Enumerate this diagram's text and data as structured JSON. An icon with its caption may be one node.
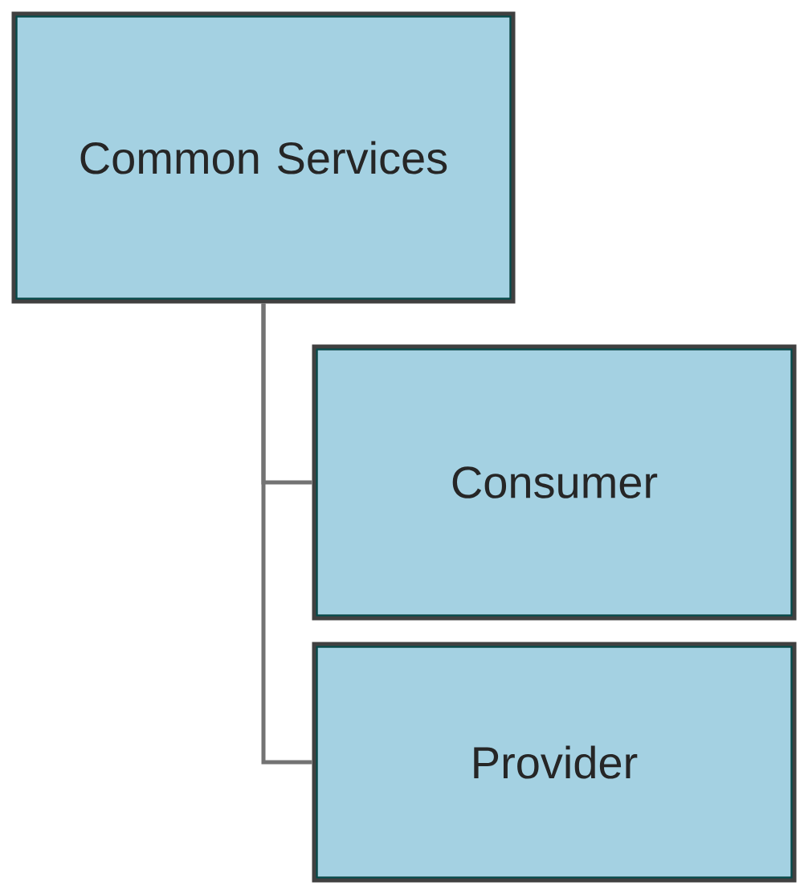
{
  "diagram": {
    "nodes": [
      {
        "text": [
          "Common Services"
        ]
      },
      {
        "text": [
          "Consumer"
        ]
      },
      {
        "text": [
          "Provider"
        ]
      }
    ],
    "edges": [
      {
        "from": 0,
        "to": 1,
        "arrow": "none"
      },
      {
        "from": 0,
        "to": 2,
        "arrow": "none"
      }
    ]
  }
}
